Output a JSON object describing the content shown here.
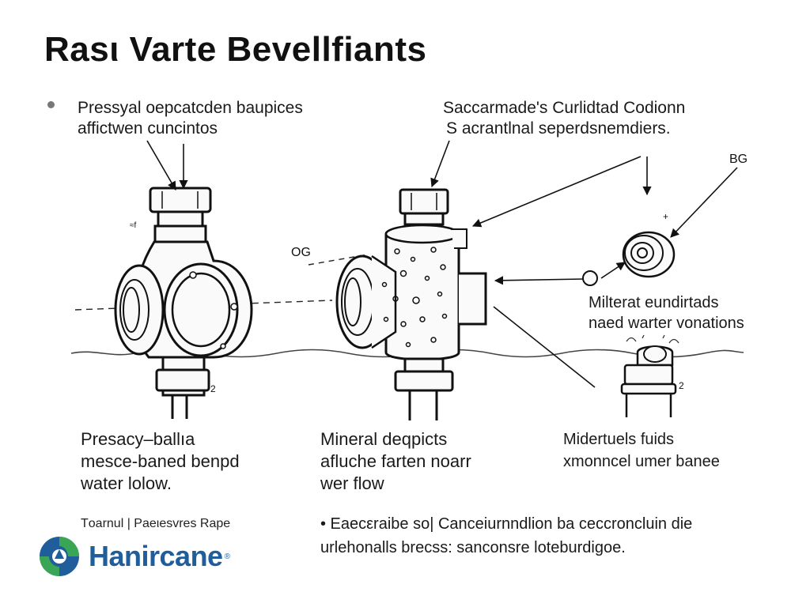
{
  "title": "Rasι Varte Bevellfiants",
  "callouts": {
    "top_left": [
      "Pressyal oepcatcden baupices",
      "affictwen cuncintos"
    ],
    "top_right": [
      "Saccarmade's Curlidtad Codionn",
      "S acrantlnal seperdsnemdiers."
    ],
    "mid_right": [
      "Milterat eundirtads",
      "naed warter vonations"
    ],
    "bottom_left": [
      "Presacy–ballıa",
      "mesce-baned benpd",
      "water lolow."
    ],
    "bottom_center": [
      "Mineral deqpicts",
      "afluche farten noarr",
      "wer flow"
    ],
    "bottom_right": [
      "Midertuels fuids",
      "xmonncel umer banee"
    ]
  },
  "labels": {
    "og": "OG",
    "bg": "BG",
    "v1_left_tag": "≈f",
    "v1_bottom_tag": "2",
    "v3_bottom_tag": "2",
    "plus": "+"
  },
  "footer": {
    "left_note": "Tοarnul | Paeιesvres Rape",
    "bullet_note": [
      "• Eaecεraibe so| Canceiurnndlion ba ceccroncluin die",
      "urlehonalls brecss: sanconsre loteburdigoe."
    ]
  },
  "logo": {
    "name": "Hanircane",
    "mark": "®",
    "colors": {
      "blue": "#1f5d9b",
      "green": "#3aa655"
    }
  }
}
